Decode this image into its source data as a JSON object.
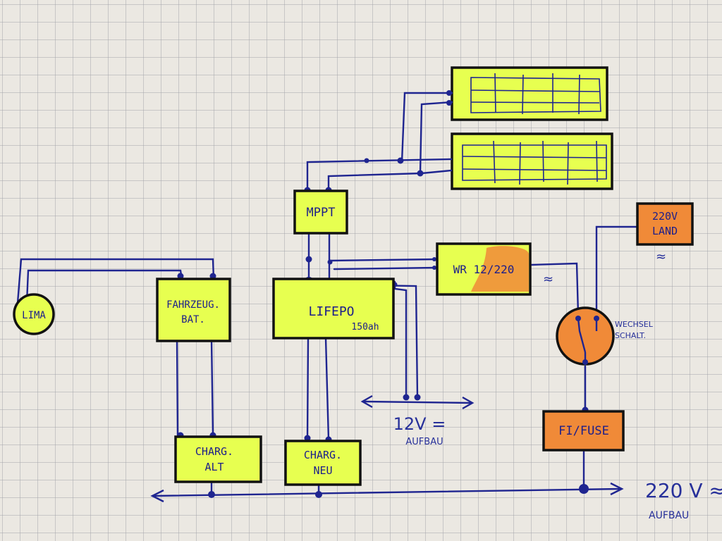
{
  "colors": {
    "paper": "#ebe8e2",
    "grid": "#9fa0a6",
    "ink_blue": "#1f2590",
    "ink_black": "#121212",
    "highlighter_yellow": "#e7ff50",
    "highlighter_orange": "#f08a38"
  },
  "boxes": {
    "mppt": "MPPT",
    "wr": "WR 12/220",
    "land_line1": "220V",
    "land_line2": "LAND",
    "fahrzeug_line1": "FAHRZEUG.",
    "fahrzeug_line2": "BAT.",
    "lifepo_line1": "LIFEPO",
    "lifepo_line2": "150ah",
    "fuse": "FI/FUSE",
    "charg_alt_line1": "CHARG.",
    "charg_alt_line2": "ALT",
    "charg_neu_line1": "CHARG.",
    "charg_neu_line2": "NEU"
  },
  "circles": {
    "lima": "LIMA",
    "switch_line1": "WECHSEL",
    "switch_line2": "SCHALT."
  },
  "labels": {
    "aufbau12_line1": "12V =",
    "aufbau12_line2": "AUFBAU",
    "aufbau220_line1": "220 V ≈",
    "aufbau220_line2": "AUFBAU",
    "ac_after_wr": "≈",
    "ac_below_land": "≈"
  },
  "icons": {
    "solar_panels": "solar-panel-icon",
    "switch_contacts": "switch-contact-icon"
  }
}
